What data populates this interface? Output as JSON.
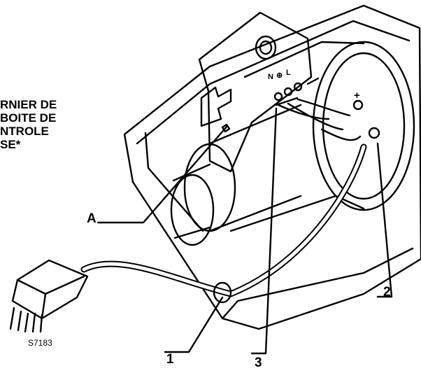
{
  "label_lines": [
    "RNIER DE",
    "BOITE DE",
    "NTROLE",
    "SE*"
  ],
  "callouts": {
    "a": "A",
    "one": "1",
    "two": "2",
    "three": "3"
  },
  "terminal_marks": {
    "n": "N",
    "earth": "⊕",
    "l": "L",
    "plus": "+"
  },
  "figure_code": "S7183"
}
